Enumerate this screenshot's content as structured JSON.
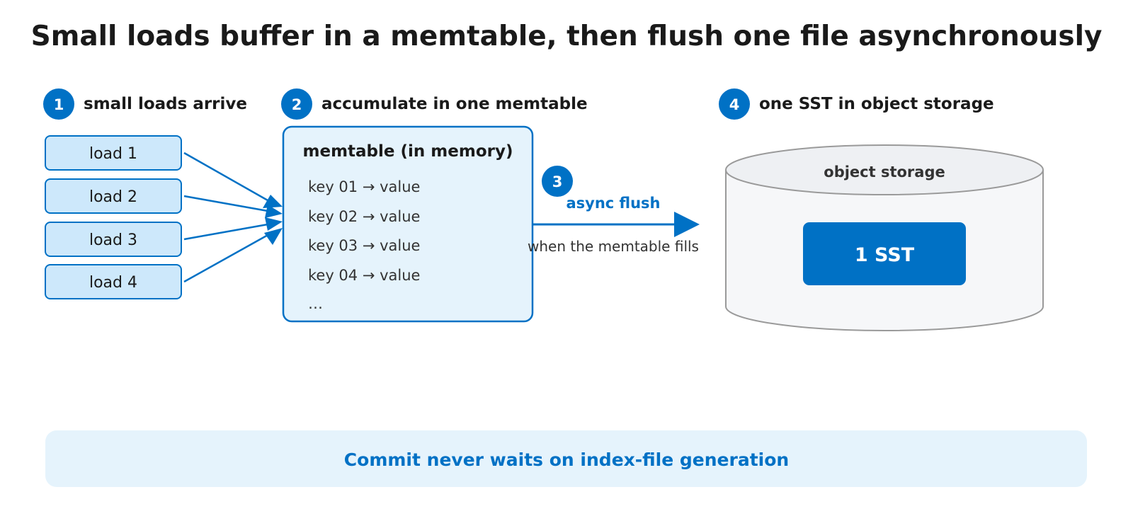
{
  "title": "Small loads buffer in a memtable, then flush one file asynchronously",
  "colors": {
    "accent": "#0071c5",
    "load_fill": "#cde8fb",
    "memtable_fill": "#e5f3fc",
    "storage_top_fill": "#eef0f3",
    "storage_body_fill": "#f6f7f9",
    "storage_stroke": "#9a9a9a",
    "footer_fill": "#e5f3fc"
  },
  "steps": {
    "arrive": {
      "number": "1",
      "label": "small loads arrive"
    },
    "accumulate": {
      "number": "2",
      "label": "accumulate in one memtable"
    },
    "flush": {
      "number": "3",
      "label": "async flush",
      "sublabel": "when the memtable fills"
    },
    "storage": {
      "number": "4",
      "label": "one SST in object storage"
    }
  },
  "loads": [
    "load 1",
    "load 2",
    "load 3",
    "load 4"
  ],
  "memtable": {
    "title": "memtable (in memory)",
    "rows": [
      "key 01 → value",
      "key 02 → value",
      "key 03 → value",
      "key 04 → value",
      "…"
    ]
  },
  "object_storage": {
    "label": "object storage",
    "sst_label": "1 SST"
  },
  "footer": "Commit never waits on index-file generation"
}
